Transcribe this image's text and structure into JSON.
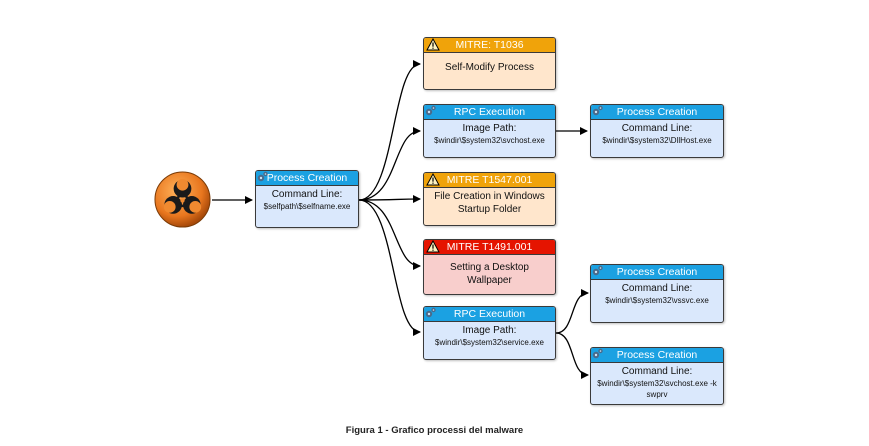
{
  "nodes": {
    "root_process": {
      "header": "Process Creation",
      "lines": [
        "Command Line:",
        "$selfpath\\$selfname.exe"
      ]
    },
    "mitre_1036": {
      "header": "MITRE: T1036",
      "lines": [
        "Self-Modify Process"
      ]
    },
    "rpc_1": {
      "header": "RPC Execution",
      "lines": [
        "Image Path:",
        "$windir\\$system32\\svchost.exe"
      ]
    },
    "proc_dllhost": {
      "header": "Process Creation",
      "lines": [
        "Command Line:",
        "$windir\\$system32\\DllHost.exe"
      ]
    },
    "mitre_1547": {
      "header": "MITRE T1547.001",
      "lines": [
        "File Creation in Windows",
        "Startup Folder"
      ]
    },
    "mitre_1491": {
      "header": "MITRE T1491.001",
      "lines": [
        "Setting a Desktop Wallpaper"
      ]
    },
    "rpc_2": {
      "header": "RPC Execution",
      "lines": [
        "Image Path:",
        "$windir\\$system32\\service.exe"
      ]
    },
    "proc_vssvc": {
      "header": "Process Creation",
      "lines": [
        "Command Line:",
        "$windir\\$system32\\vssvc.exe"
      ]
    },
    "proc_svchost_k": {
      "header": "Process Creation",
      "lines": [
        "Command Line:",
        "$windir\\$system32\\svchost.exe -k",
        "swprv"
      ]
    }
  },
  "caption": "Figura 1 - Grafico processi del malware",
  "colors": {
    "process_header": "#1ba1e2",
    "process_body": "#dae8fc",
    "warning_header": "#f0a30a",
    "warning_body": "#ffe6cc",
    "critical_header": "#e51400",
    "critical_body": "#f8cecc",
    "biohazard": "#e8761e"
  },
  "icons": {
    "root": "biohazard-icon",
    "process": "gear-icon",
    "mitre": "warning-icon"
  }
}
